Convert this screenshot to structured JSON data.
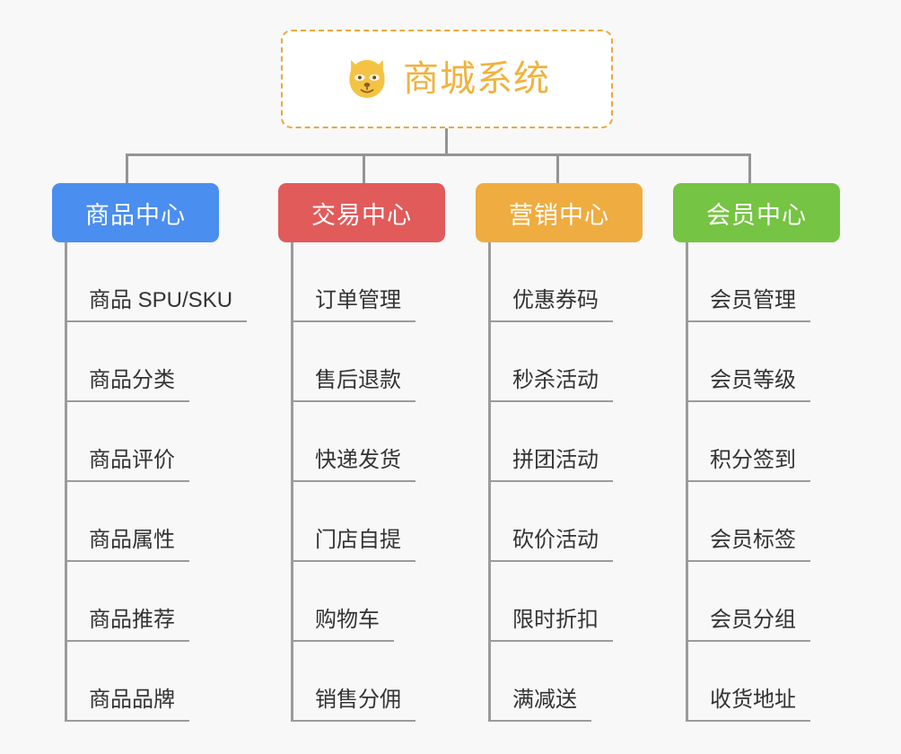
{
  "page": {
    "background_color": "#f8f8f8",
    "line_color": "#949494",
    "type": "mind-map"
  },
  "root": {
    "title": "商城系统",
    "icon": "shiba-dog-face-icon",
    "text_color": "#f0b33e",
    "border_color": "#eaa83e",
    "background_color": "#ffffff"
  },
  "branches": [
    {
      "label": "商品中心",
      "color": "#4a8ef0",
      "width": 186,
      "leaves": [
        {
          "label": "商品 SPU/SKU"
        },
        {
          "label": "商品分类"
        },
        {
          "label": "商品评价"
        },
        {
          "label": "商品属性"
        },
        {
          "label": "商品推荐"
        },
        {
          "label": "商品品牌"
        }
      ]
    },
    {
      "label": "交易中心",
      "color": "#e15b5b",
      "width": 186,
      "leaves": [
        {
          "label": "订单管理"
        },
        {
          "label": "售后退款"
        },
        {
          "label": "快递发货"
        },
        {
          "label": "门店自提"
        },
        {
          "label": "购物车"
        },
        {
          "label": "销售分佣"
        }
      ]
    },
    {
      "label": "营销中心",
      "color": "#eeac41",
      "width": 186,
      "leaves": [
        {
          "label": "优惠券码"
        },
        {
          "label": "秒杀活动"
        },
        {
          "label": "拼团活动"
        },
        {
          "label": "砍价活动"
        },
        {
          "label": "限时折扣"
        },
        {
          "label": "满减送"
        }
      ]
    },
    {
      "label": "会员中心",
      "color": "#76c443",
      "width": 186,
      "leaves": [
        {
          "label": "会员管理"
        },
        {
          "label": "会员等级"
        },
        {
          "label": "积分签到"
        },
        {
          "label": "会员标签"
        },
        {
          "label": "会员分组"
        },
        {
          "label": "收货地址"
        }
      ]
    }
  ],
  "layout": {
    "branch_left_positions": [
      58,
      310,
      530,
      750
    ],
    "drop_left_positions": [
      140,
      404,
      620,
      834
    ]
  }
}
